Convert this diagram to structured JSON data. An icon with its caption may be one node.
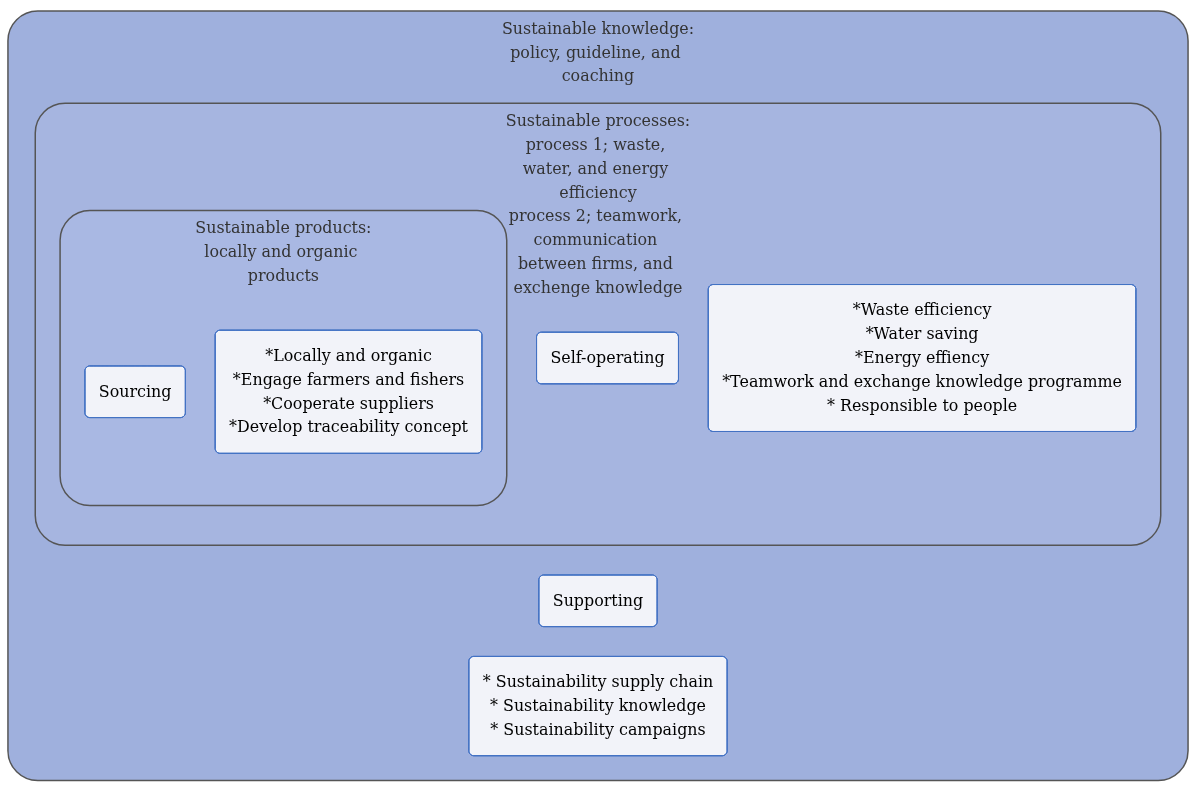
{
  "diagram": {
    "nodes": [
      {
        "text": [
          "Sustainable knowledge:",
          "policy, guideline, and coaching"
        ]
      },
      {
        "text": [
          "Supporting"
        ],
        "in": 0
      },
      {
        "text": [
          "* Sustainability supply chain",
          "* Sustainability knowledge",
          "* Sustainability campaigns"
        ],
        "in": 0
      },
      {
        "text": [
          "Sustainable processes:",
          "process 1; waste, water, and energy efficiency",
          "process 2; teamwork, communication between firms, and exchenge knowledge"
        ],
        "in": 0
      },
      {
        "text": [
          "Self-operating"
        ],
        "in": 3
      },
      {
        "text": [
          "*Waste efficiency",
          "*Water saving",
          "*Energy effiency",
          "*Teamwork and exchange knowledge programme",
          "* Responsible to people"
        ],
        "in": 3
      },
      {
        "text": [
          "Sustainable products:",
          "locally and organic products"
        ],
        "in": 3
      },
      {
        "text": [
          "Sourcing"
        ],
        "in": 6
      },
      {
        "text": [
          "*Locally and organic",
          "*Engage farmers and fishers",
          "*Cooperate suppliers",
          "*Develop traceability concept"
        ],
        "in": 6
      }
    ],
    "edges": []
  }
}
